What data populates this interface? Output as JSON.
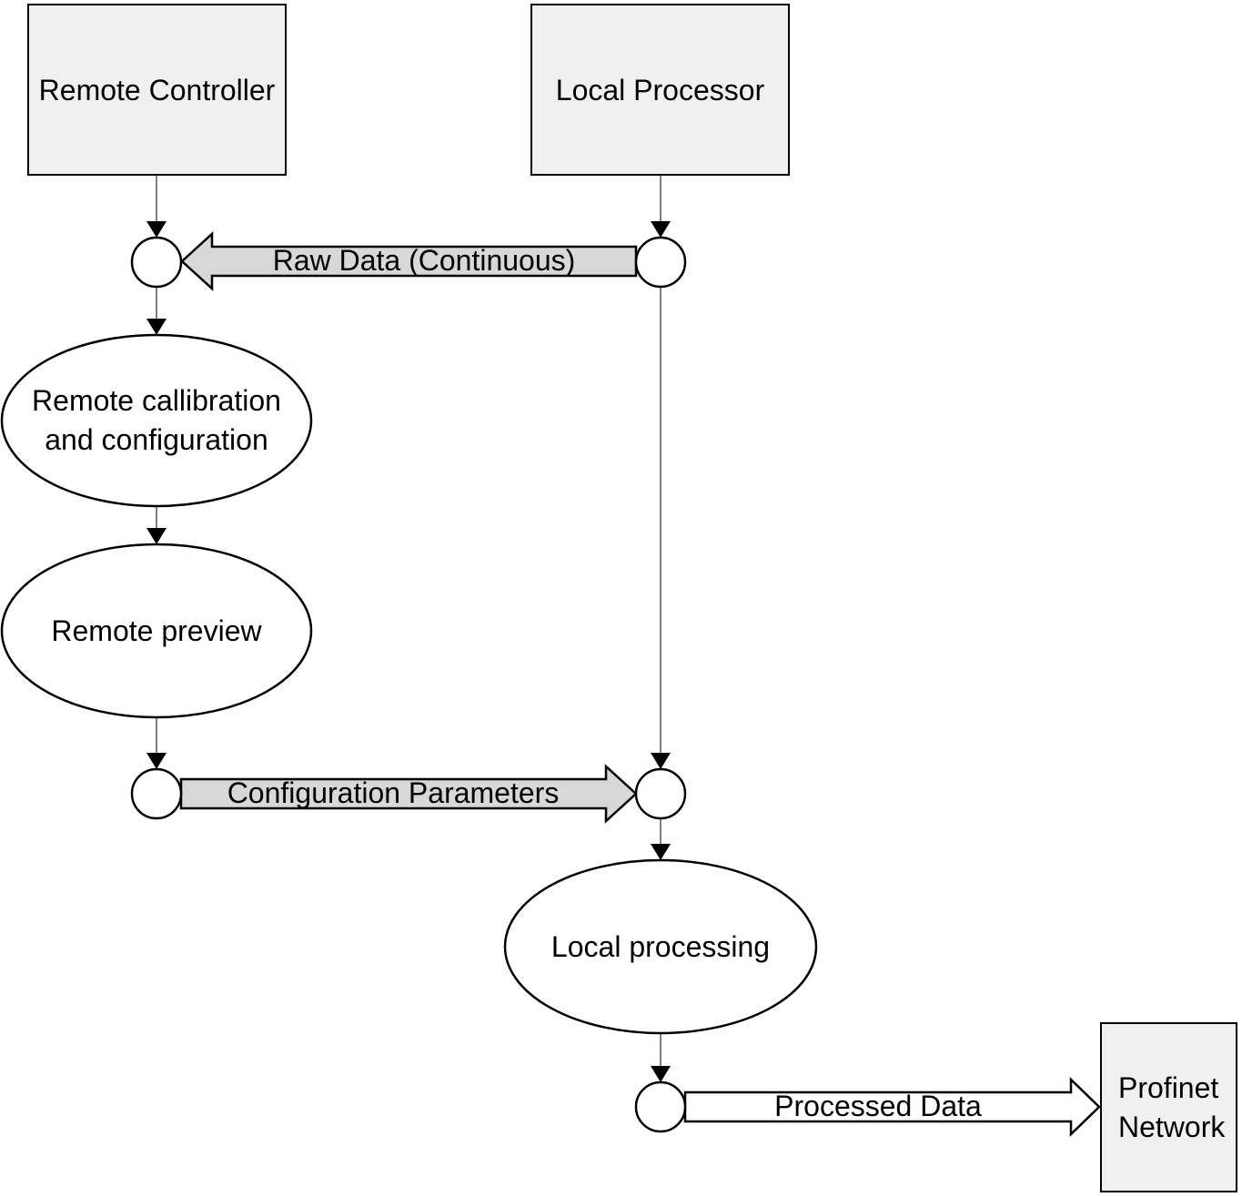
{
  "diagram": {
    "boxes": {
      "remote_controller": "Remote Controller",
      "local_processor": "Local Processor",
      "profinet_network": "Profinet Network"
    },
    "processes": {
      "remote_calibration": "Remote callibration and configuration",
      "remote_preview": "Remote preview",
      "local_processing": "Local processing"
    },
    "flows": {
      "raw_data": "Raw Data (Continuous)",
      "config_params": "Configuration Parameters",
      "processed_data": "Processed Data"
    },
    "colors": {
      "box_fill": "#f0f0f0",
      "flow_arrow_fill": "#d8d8d8",
      "white_arrow_fill": "#ffffff",
      "node_fill": "#ffffff",
      "connector": "#808080",
      "outline": "#000000"
    }
  }
}
